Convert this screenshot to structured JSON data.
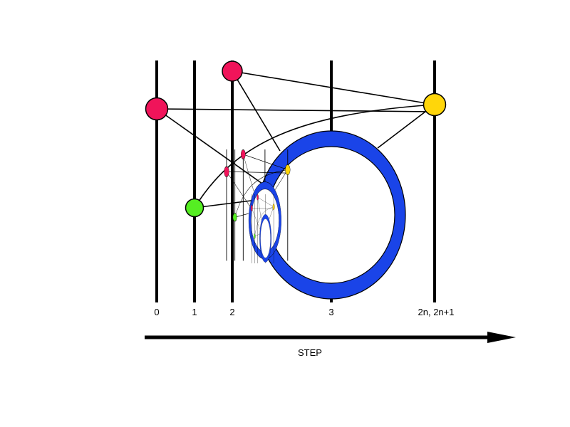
{
  "diagram": {
    "step_labels": [
      "0",
      "1",
      "2",
      "3",
      "2n, 2n+1"
    ],
    "axis_label": "STEP",
    "colors": {
      "pink": "#f0145a",
      "green": "#55ee22",
      "yellow": "#ffd60a",
      "ring": "#1a44e8",
      "line": "#000000"
    },
    "nodes": [
      {
        "name": "node-step0-pink",
        "color": "pink"
      },
      {
        "name": "node-step1-green",
        "color": "green"
      },
      {
        "name": "node-step2-pink",
        "color": "pink"
      },
      {
        "name": "node-step2n-yellow",
        "color": "yellow"
      }
    ]
  }
}
